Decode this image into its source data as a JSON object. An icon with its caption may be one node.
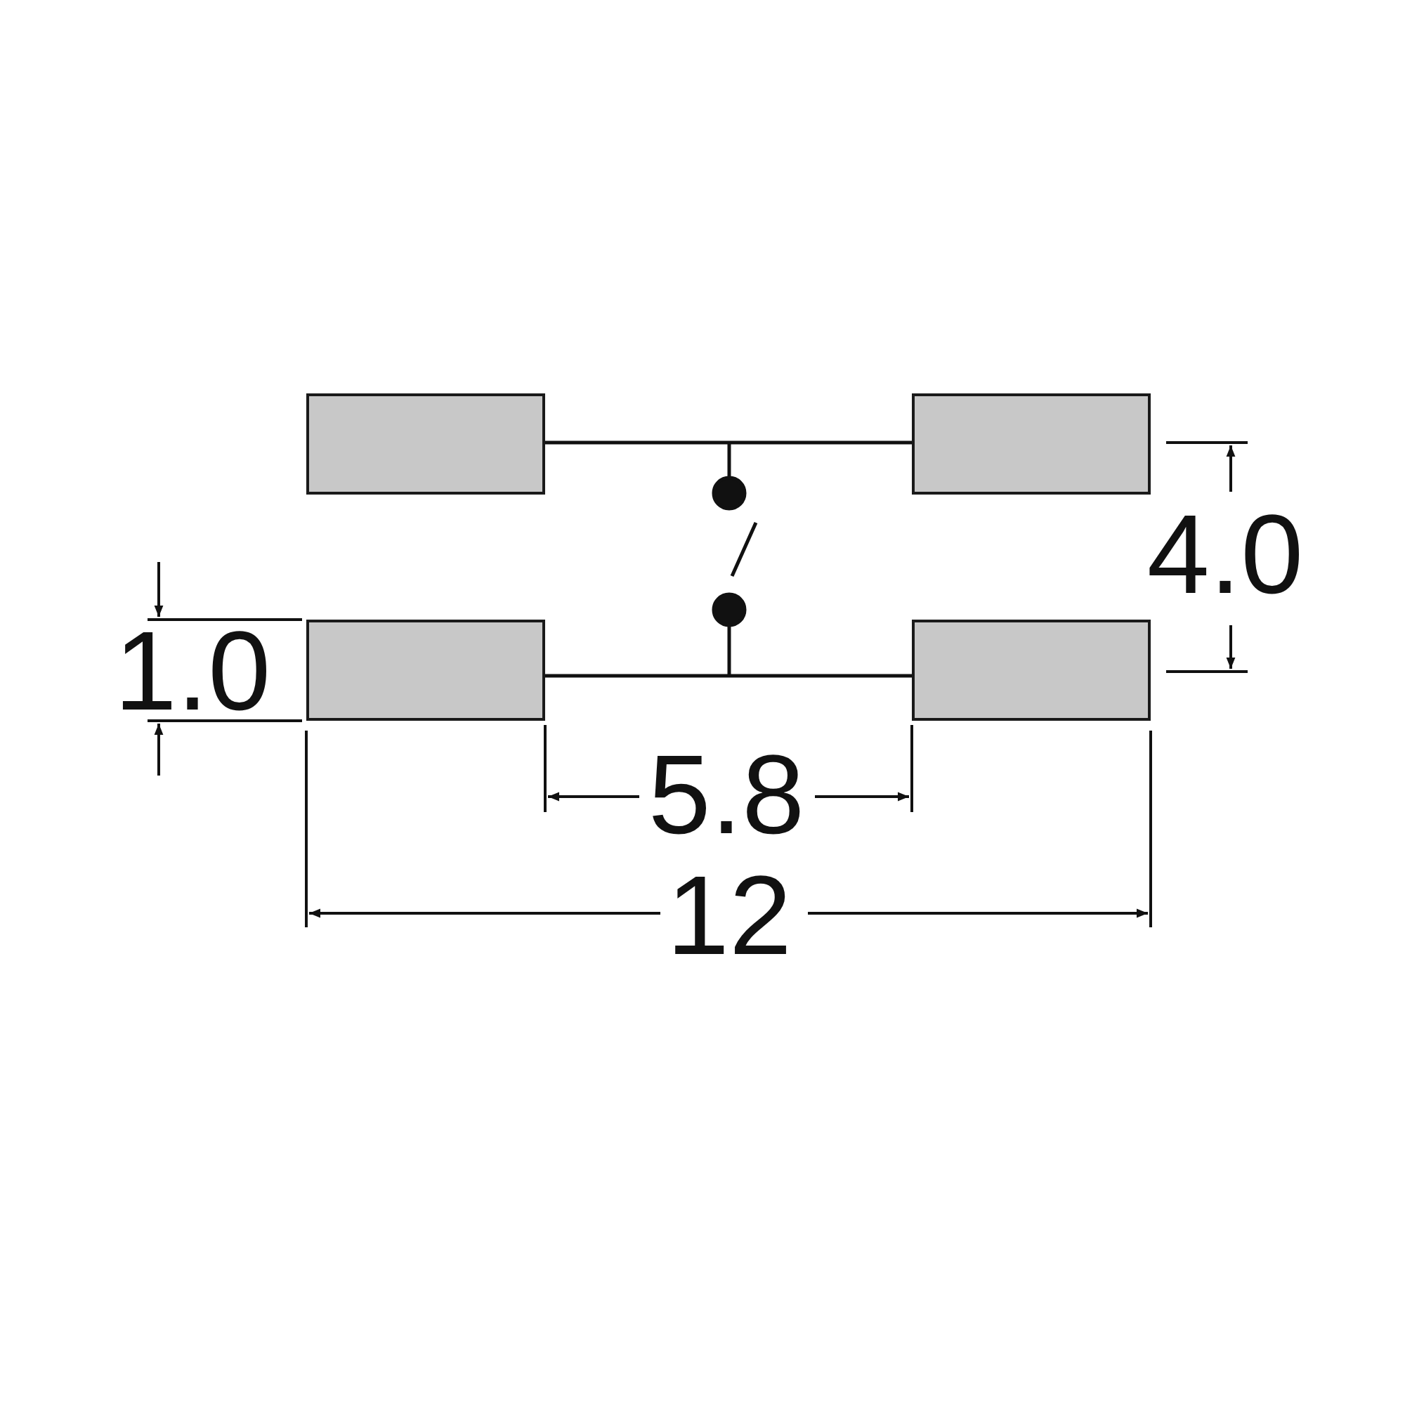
{
  "diagram": {
    "nodes": [
      {
        "text": [],
        "shape": "box"
      },
      {
        "text": [],
        "shape": "box"
      },
      {
        "text": [],
        "shape": "box"
      },
      {
        "text": [],
        "shape": "box"
      }
    ],
    "edges": [
      {
        "from": 0,
        "to": 1,
        "arrow": "none"
      },
      {
        "from": 2,
        "to": 3,
        "arrow": "none"
      }
    ],
    "labels": [
      "4.0",
      "1.0",
      "5.8",
      "12"
    ]
  }
}
